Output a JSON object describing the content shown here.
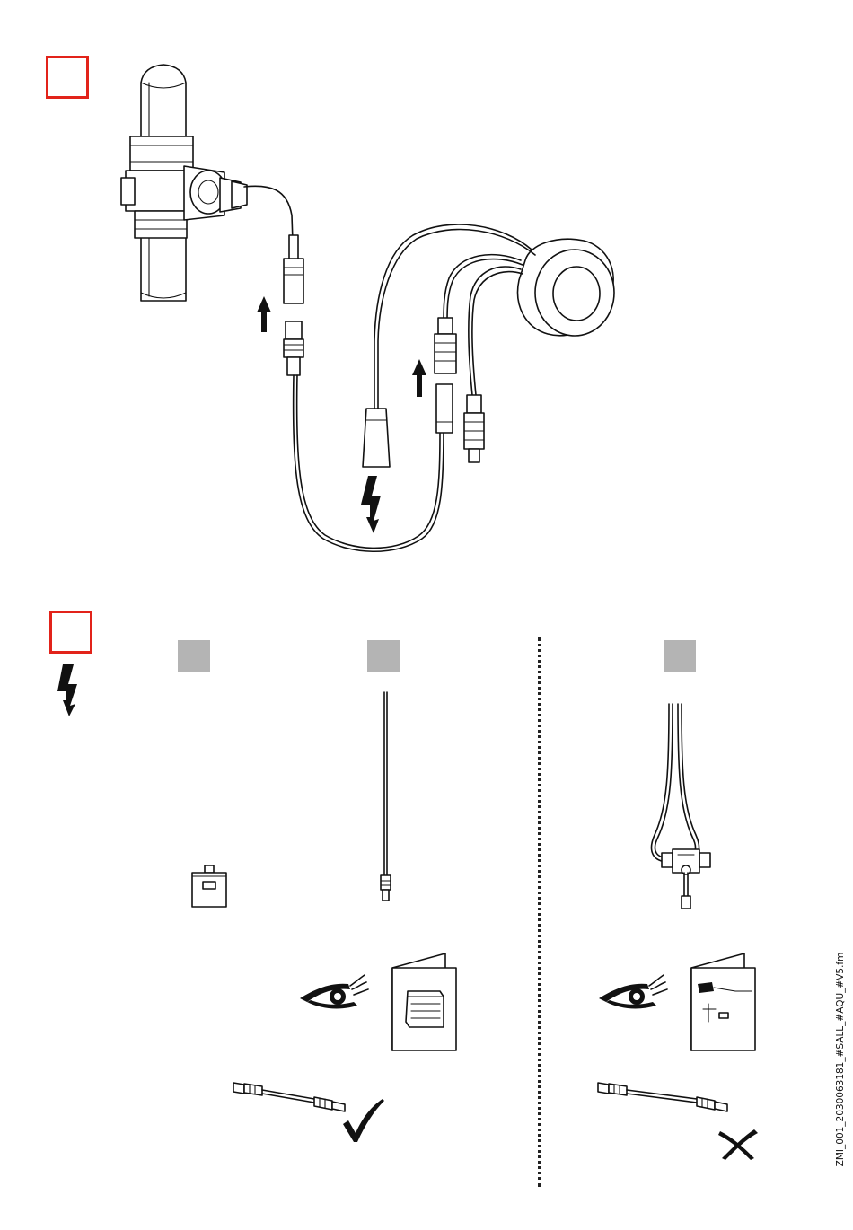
{
  "sections": [
    {
      "id": "section-1",
      "step_marker": ""
    },
    {
      "id": "section-2",
      "step_marker": "",
      "columns": [
        "",
        "",
        ""
      ]
    }
  ],
  "results": {
    "left": "correct",
    "right": "incorrect"
  },
  "footer": {
    "document_code": "ZMI_001_2030063181_#SALL_#AQU_#V5.fm"
  },
  "colors": {
    "step_marker": "#e2231a",
    "column_marker": "#b4b4b4",
    "line_art": "#111111"
  },
  "icons": [
    "arrow-up-icon",
    "lightning-icon",
    "eye-icon",
    "manual-icon",
    "checkmark-icon",
    "cross-icon"
  ]
}
